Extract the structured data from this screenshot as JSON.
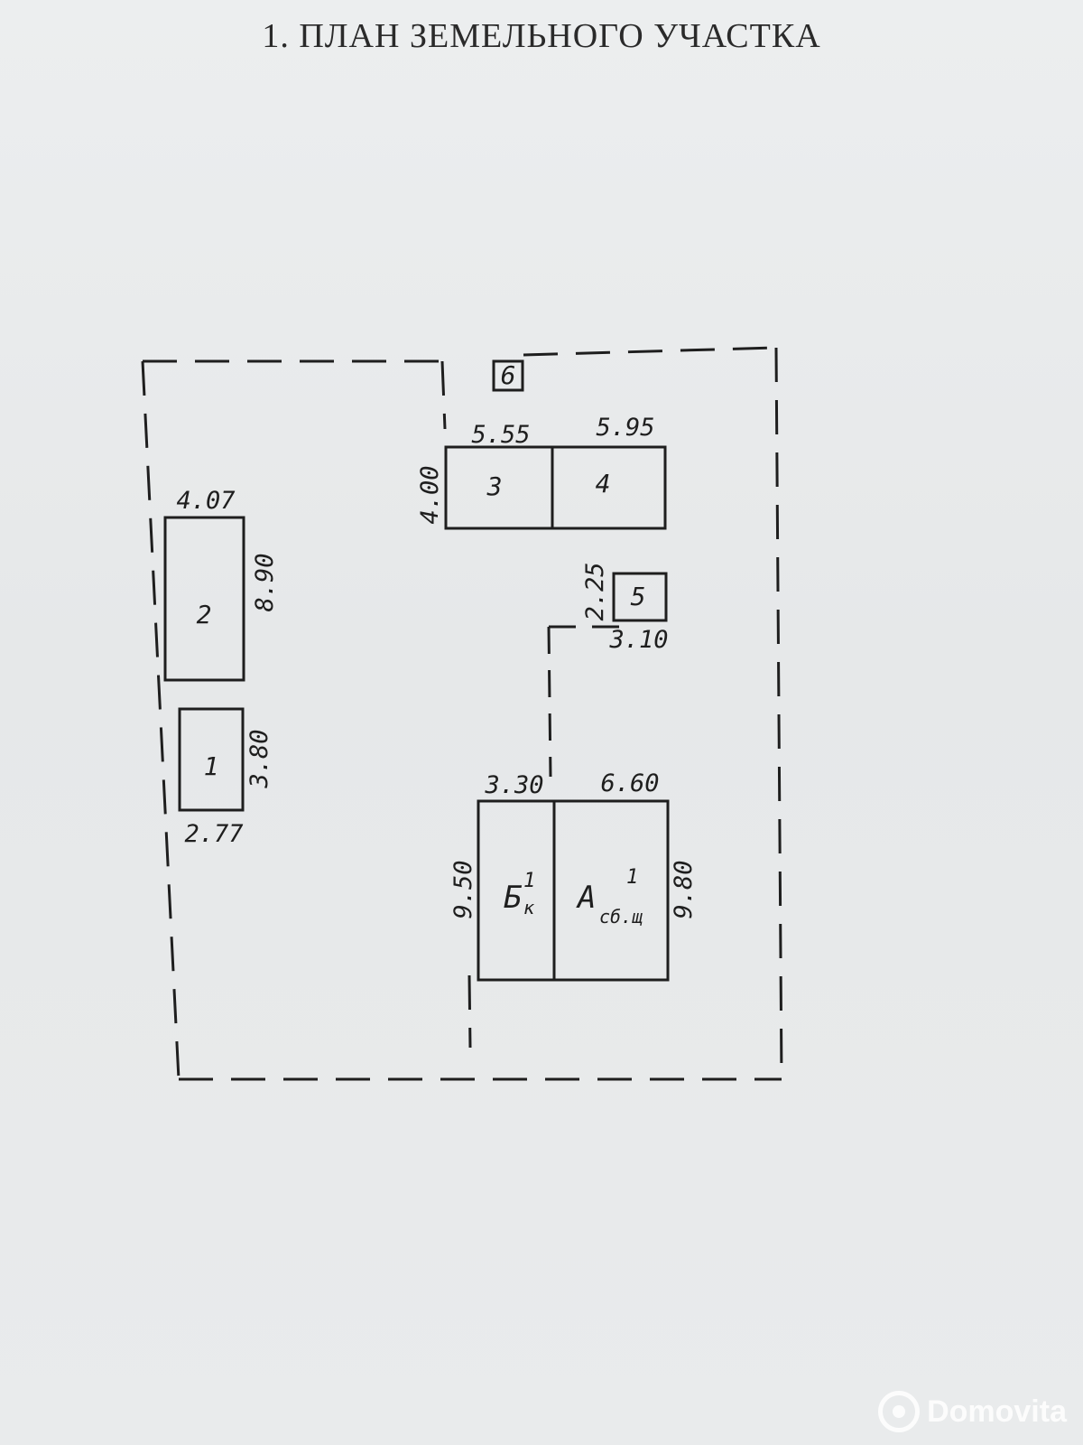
{
  "title": "1. ПЛАН ЗЕМЕЛЬНОГО УЧАСТКА",
  "buildings": {
    "b1": {
      "label": "1",
      "width": "2.77",
      "height": "3.80"
    },
    "b2": {
      "label": "2",
      "width": "4.07",
      "height": "8.90"
    },
    "b3": {
      "label": "3",
      "width": "5.55",
      "height": "4.00"
    },
    "b4": {
      "label": "4",
      "width": "5.95"
    },
    "b5": {
      "label": "5",
      "width": "3.10",
      "height": "2.25"
    },
    "b6": {
      "label": "6"
    },
    "bB": {
      "label": "Б",
      "sup": "1",
      "sub": "к",
      "width": "3.30",
      "height": "9.50"
    },
    "bA": {
      "label": "А",
      "sup": "1",
      "sub": "сб.щ",
      "width": "6.60",
      "height": "9.80"
    }
  },
  "watermark": "Domovita"
}
